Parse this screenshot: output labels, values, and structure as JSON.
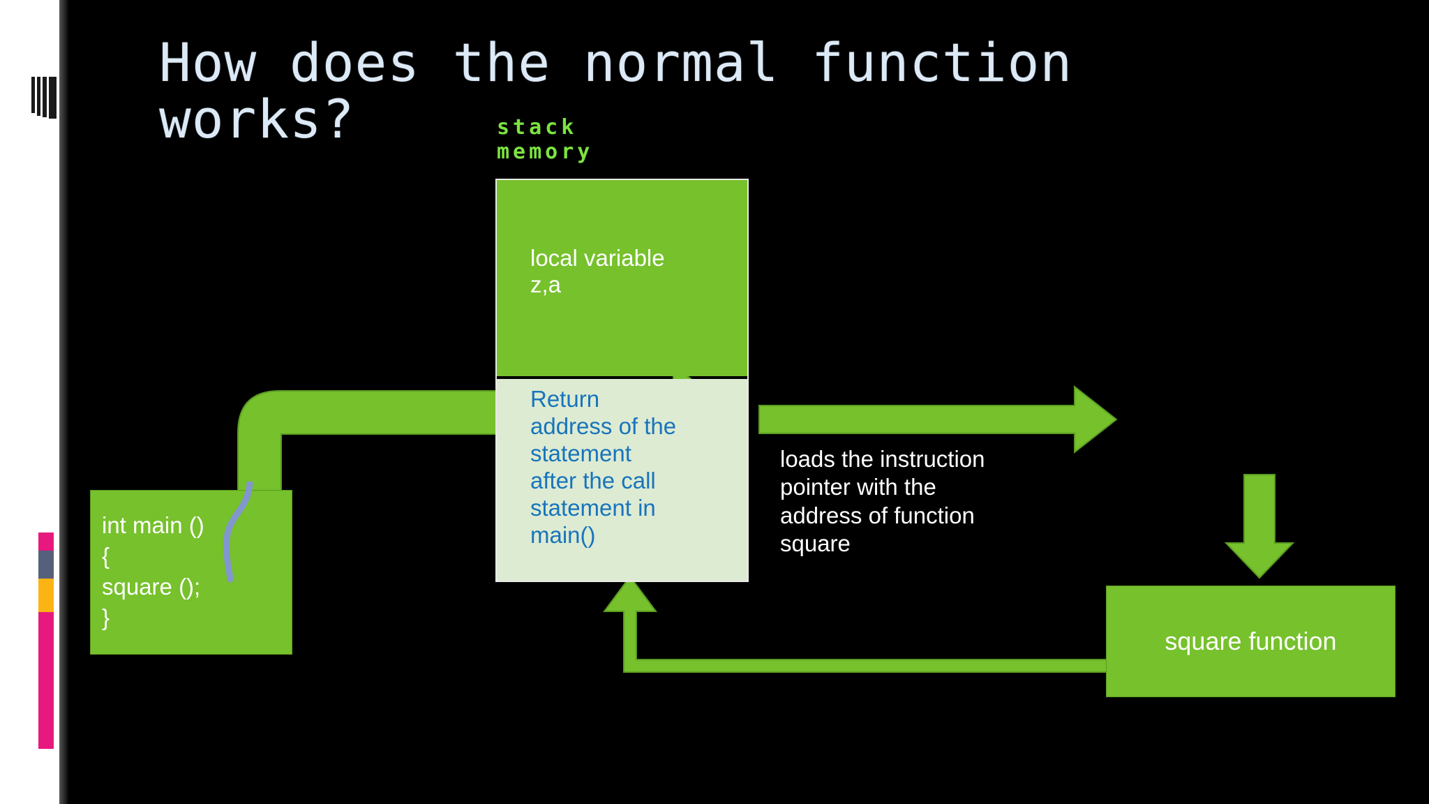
{
  "slide": {
    "background_color": "#000000",
    "title": "How does the normal function\nworks?",
    "title_color": "#dce9f7"
  },
  "sidebar": {
    "rail_color": "#ffffff",
    "barcode_icon": "barcode-marks",
    "swatches": [
      {
        "name": "pink",
        "color": "#E8197E",
        "height": 26
      },
      {
        "name": "slate",
        "color": "#55617A",
        "height": 40
      },
      {
        "name": "amber",
        "color": "#FCB415",
        "height": 48
      },
      {
        "name": "magenta",
        "color": "#E8197E",
        "height": 196
      }
    ]
  },
  "stack": {
    "label": "stack\nmemory",
    "label_color": "#7ce33f",
    "top_cell_text": "local variable\nz,a",
    "top_cell_color": "#76C12C",
    "top_cell_text_color": "#ffffff",
    "bottom_cell_text": "Return\naddress of  the\nstatement\nafter the call\nstatement in\nmain()",
    "bottom_cell_color": "#DDEBD3",
    "bottom_cell_text_color": "#1874BB"
  },
  "main_box": {
    "code": "int  main ()\n{\nsquare ();\n}",
    "fill_color": "#76C12C",
    "text_color": "#ffffff",
    "curve_icon": "call-link-curve",
    "curve_color": "#8197CE"
  },
  "caption": {
    "text": "loads  the instruction\npointer with the\naddress of   function\nsquare",
    "color": "#ffffff"
  },
  "square_function": {
    "label": "square  function",
    "fill_color": "#76C12C",
    "text_color": "#ffffff"
  },
  "arrows": [
    {
      "name": "arrow-main-to-stack",
      "shape": "elbow-up-right",
      "color": "#76C12C"
    },
    {
      "name": "arrow-stack-to-square",
      "shape": "right",
      "color": "#76C12C"
    },
    {
      "name": "arrow-square-down",
      "shape": "down",
      "color": "#76C12C"
    },
    {
      "name": "arrow-return-to-stack",
      "shape": "elbow-left-up",
      "color": "#76C12C"
    }
  ]
}
